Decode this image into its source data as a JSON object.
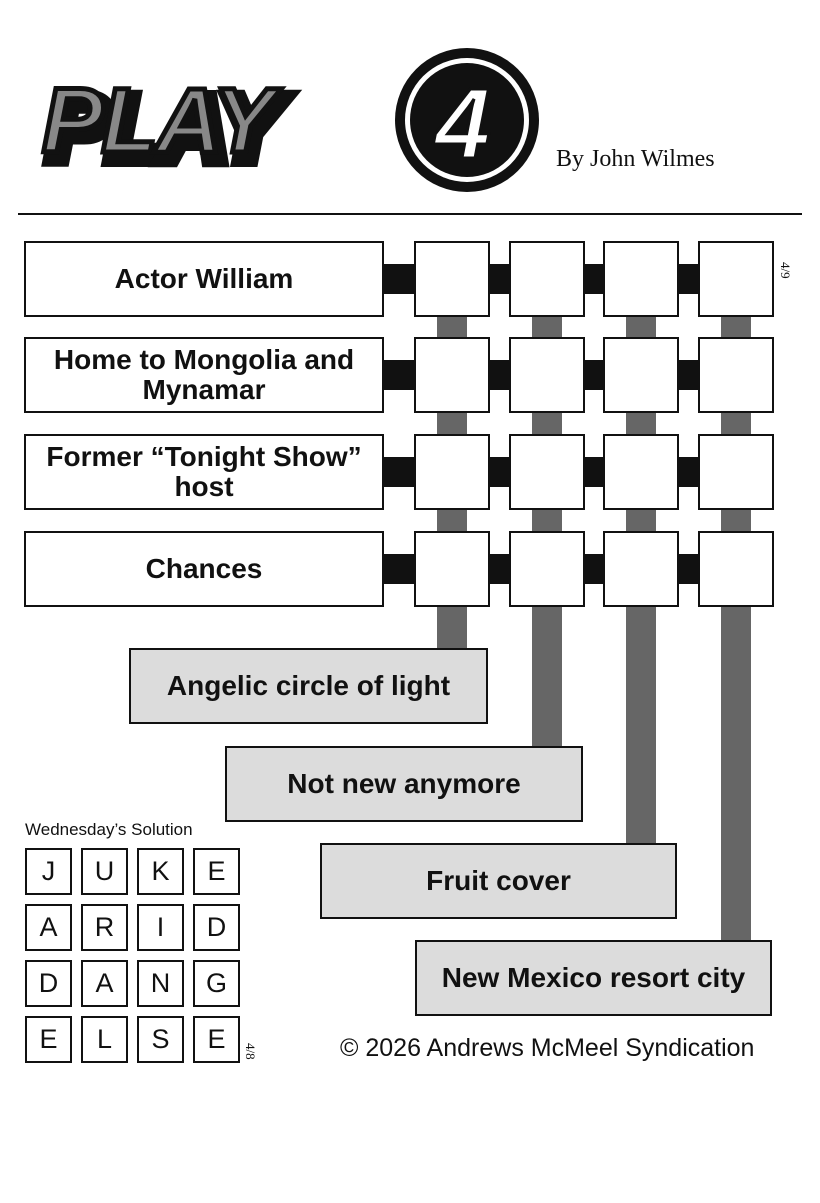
{
  "header": {
    "logo_text": "PLAY",
    "logo_number": "4",
    "byline": "By John Wilmes"
  },
  "puzzle": {
    "date_tag": "4/9",
    "across_clues": [
      "Actor William",
      "Home to Mongolia and Mynamar",
      "Former “Tonight Show” host",
      "Chances"
    ],
    "down_clues": [
      "Angelic circle of light",
      "Not new anymore",
      "Fruit cover",
      "New Mexico resort city"
    ],
    "grid_size": 4
  },
  "solution": {
    "title": "Wednesday’s Solution",
    "date_tag": "4/8",
    "rows": [
      [
        "J",
        "U",
        "K",
        "E"
      ],
      [
        "A",
        "R",
        "I",
        "D"
      ],
      [
        "D",
        "A",
        "N",
        "G"
      ],
      [
        "E",
        "L",
        "S",
        "E"
      ]
    ]
  },
  "footer": {
    "copyright": "© 2026 Andrews McMeel Syndication"
  },
  "colors": {
    "ink": "#111111",
    "connector_across": "#111111",
    "connector_down": "#666666",
    "down_clue_fill": "#dcdcdc"
  }
}
